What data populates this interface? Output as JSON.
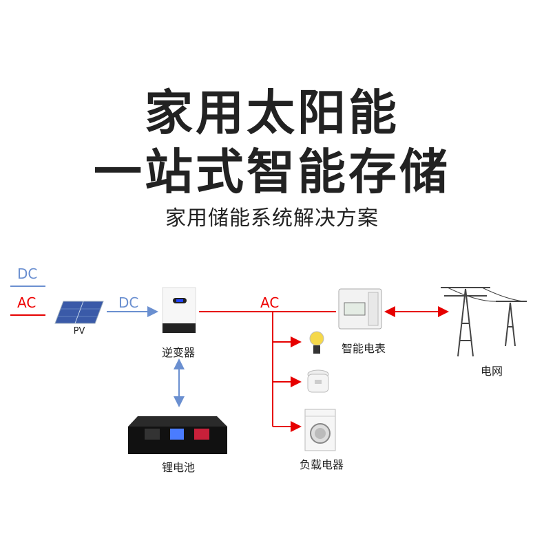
{
  "title": {
    "line1": "家用太阳能",
    "line2": "一站式智能存储",
    "subtitle": "家用储能系统解决方案"
  },
  "legend": {
    "dc": "DC",
    "ac": "AC"
  },
  "diagram": {
    "pv_label": "PV",
    "dc_flow_label": "DC",
    "ac_flow_label": "AC",
    "inverter_label": "逆变器",
    "battery_label": "锂电池",
    "meter_label": "智能电表",
    "grid_label": "电网",
    "loads_label": "负载电器"
  },
  "colors": {
    "dc": "#6a8fd0",
    "ac": "#e60000"
  }
}
